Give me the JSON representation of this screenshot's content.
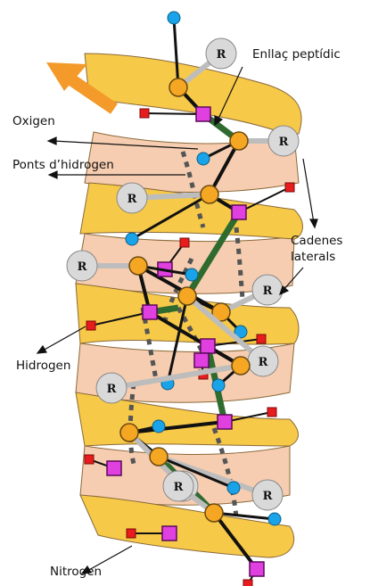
{
  "labels": {
    "enllac_peptidic": "Enllaç peptídic",
    "oxigen": "Oxigen",
    "ponts_hidrogen": "Ponts d’hidrogen",
    "cadenes_laterals_line1": "Cadenes",
    "cadenes_laterals_line2": "laterals",
    "hidrogen": "Hidrogen",
    "nitrogen": "Nitrogen"
  },
  "side_chain_symbol": "R",
  "colors": {
    "ribbon_front": "#f7c948",
    "ribbon_back": "#f6cdb0",
    "ribbon_outline": "#8a6a3a",
    "carbon": "#f5a623",
    "oxygen": "#1aa3e8",
    "nitrogen": "#e040e0",
    "hydrogen": "#e81c1c",
    "peptide_bond": "#2f6b2f",
    "side_chain": "#d9d9d9",
    "h_bond": "#555555",
    "arrow": "#f39a2b"
  },
  "legend_icons": [
    "carbon-atom",
    "oxygen-atom",
    "nitrogen-atom",
    "hydrogen-atom",
    "side-chain-R"
  ]
}
